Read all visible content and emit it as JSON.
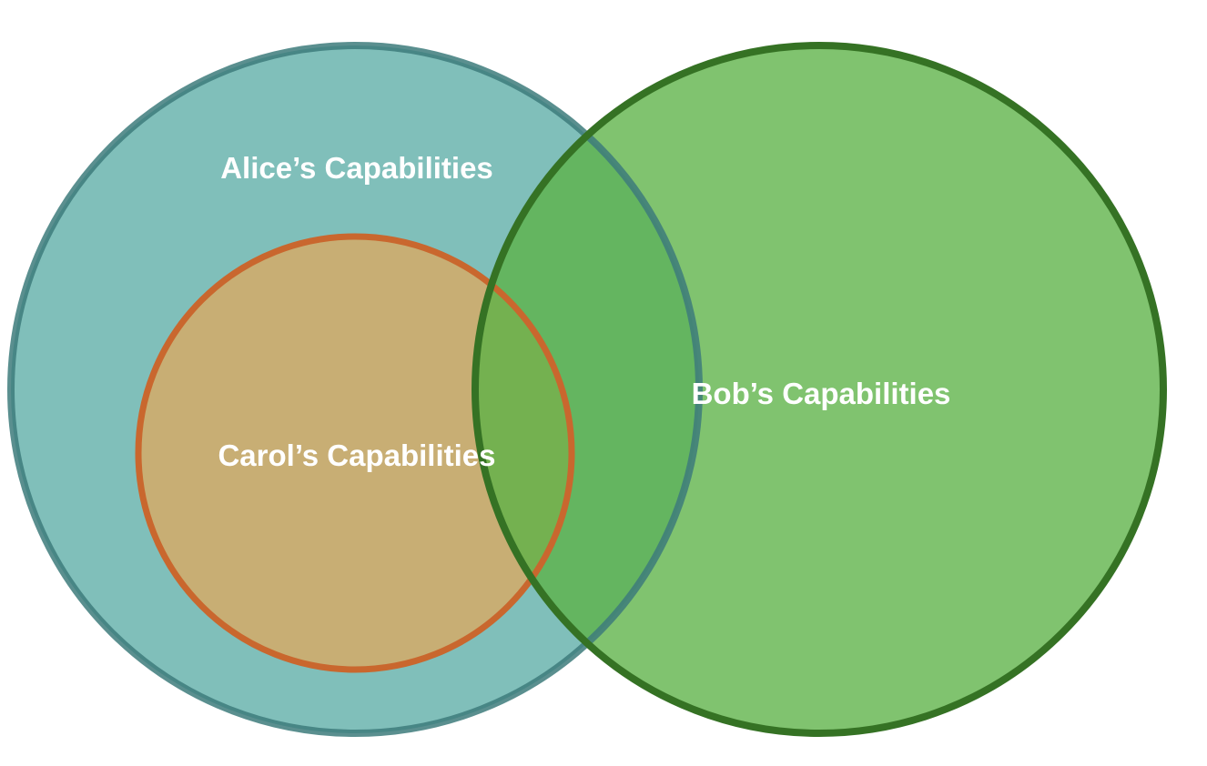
{
  "diagram": {
    "type": "venn",
    "sets": [
      {
        "id": "alice",
        "label": "Alice’s Capabilities",
        "fill": "#80bfba",
        "stroke": "#3d7b7b"
      },
      {
        "id": "carol",
        "label": "Carol’s Capabilities",
        "fill": "#c8ae74",
        "stroke": "#c9672e"
      },
      {
        "id": "bob",
        "label": "Bob’s Capabilities",
        "fill": "#5cb246",
        "stroke": "#357224"
      }
    ],
    "relations": [
      "Carol's set lies inside Alice's set",
      "Bob's set partially overlaps Alice's set and Carol's set"
    ]
  }
}
